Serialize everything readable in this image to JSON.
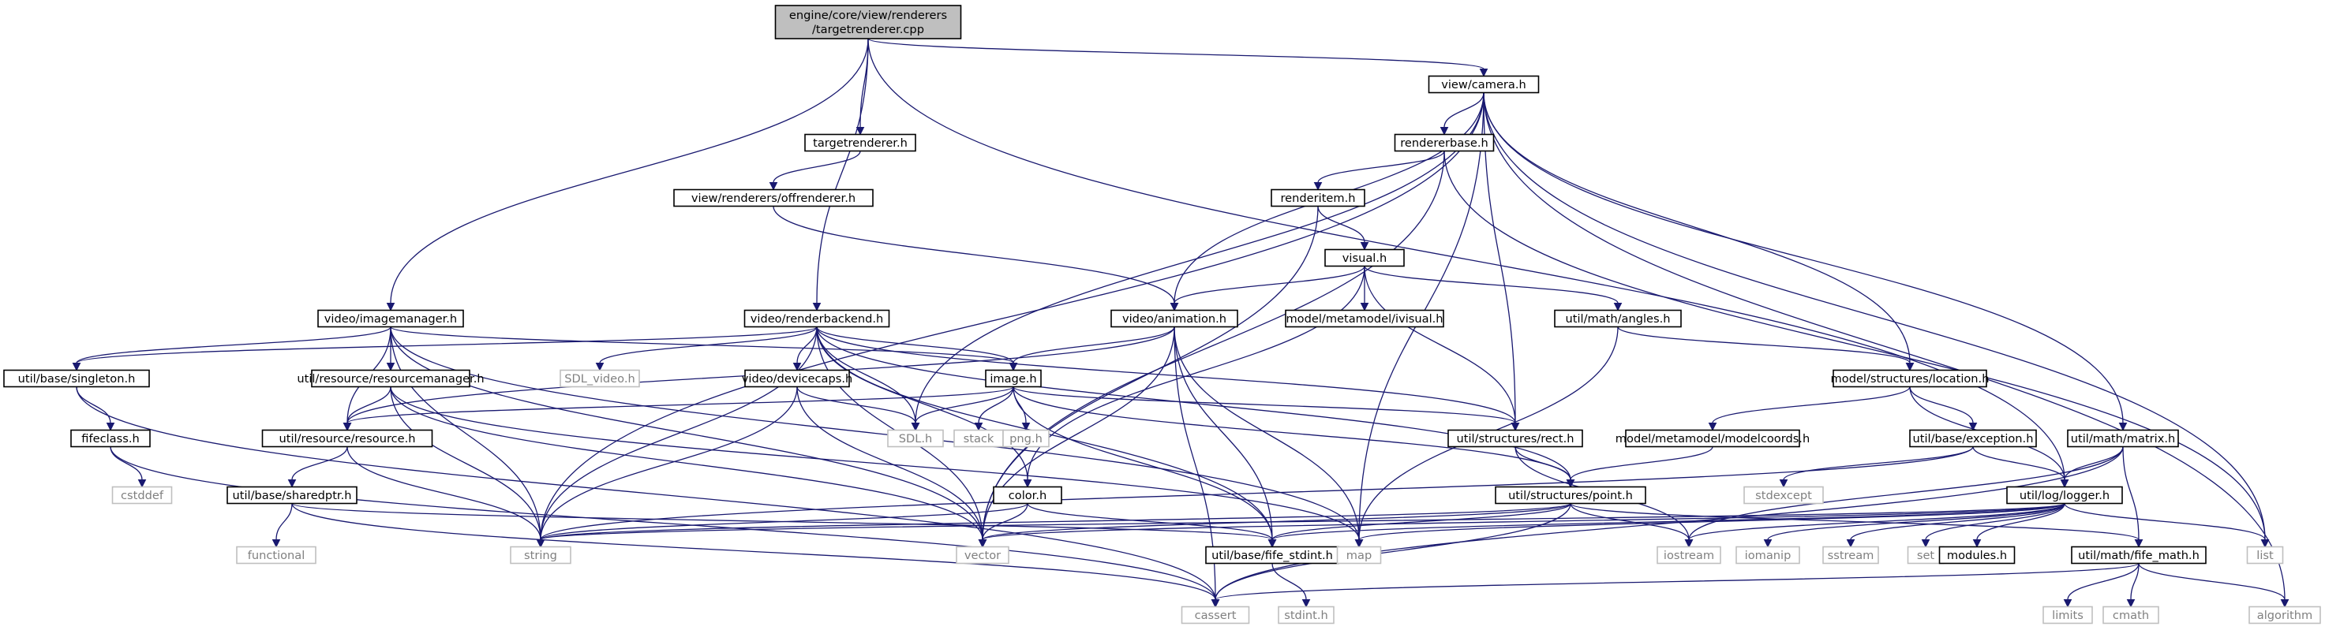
{
  "title": "",
  "colors": {
    "edge": "#191970",
    "root_fill": "#bfbfbf",
    "node_border": "#000000",
    "external_border": "#bfbfbf",
    "external_text": "#808080"
  },
  "nodes": [
    {
      "id": "root",
      "lines": [
        "engine/core/view/renderers",
        "/targetrenderer.cpp"
      ],
      "kind": "root"
    },
    {
      "id": "camera",
      "lines": [
        "view/camera.h"
      ],
      "kind": "file"
    },
    {
      "id": "targetrenderer_h",
      "lines": [
        "targetrenderer.h"
      ],
      "kind": "file"
    },
    {
      "id": "rendererbase",
      "lines": [
        "rendererbase.h"
      ],
      "kind": "file"
    },
    {
      "id": "offrenderer",
      "lines": [
        "view/renderers/offrenderer.h"
      ],
      "kind": "file"
    },
    {
      "id": "renderitem",
      "lines": [
        "renderitem.h"
      ],
      "kind": "file"
    },
    {
      "id": "visual",
      "lines": [
        "visual.h"
      ],
      "kind": "file"
    },
    {
      "id": "imagemanager",
      "lines": [
        "video/imagemanager.h"
      ],
      "kind": "file"
    },
    {
      "id": "renderbackend",
      "lines": [
        "video/renderbackend.h"
      ],
      "kind": "file"
    },
    {
      "id": "animation",
      "lines": [
        "video/animation.h"
      ],
      "kind": "file"
    },
    {
      "id": "ivisual",
      "lines": [
        "model/metamodel/ivisual.h"
      ],
      "kind": "file"
    },
    {
      "id": "angles",
      "lines": [
        "util/math/angles.h"
      ],
      "kind": "file"
    },
    {
      "id": "singleton",
      "lines": [
        "util/base/singleton.h"
      ],
      "kind": "file"
    },
    {
      "id": "resourcemanager",
      "lines": [
        "util/resource/resourcemanager.h"
      ],
      "kind": "file"
    },
    {
      "id": "sdl_video",
      "lines": [
        "SDL_video.h"
      ],
      "kind": "sys"
    },
    {
      "id": "devicecaps",
      "lines": [
        "video/devicecaps.h"
      ],
      "kind": "file"
    },
    {
      "id": "image",
      "lines": [
        "image.h"
      ],
      "kind": "file"
    },
    {
      "id": "location",
      "lines": [
        "model/structures/location.h"
      ],
      "kind": "file"
    },
    {
      "id": "fifeclass",
      "lines": [
        "fifeclass.h"
      ],
      "kind": "file"
    },
    {
      "id": "resource",
      "lines": [
        "util/resource/resource.h"
      ],
      "kind": "file"
    },
    {
      "id": "sdl_h",
      "lines": [
        "SDL.h"
      ],
      "kind": "sys"
    },
    {
      "id": "stack",
      "lines": [
        "stack"
      ],
      "kind": "sys"
    },
    {
      "id": "png",
      "lines": [
        "png.h"
      ],
      "kind": "sys"
    },
    {
      "id": "rect",
      "lines": [
        "util/structures/rect.h"
      ],
      "kind": "file"
    },
    {
      "id": "modelcoords",
      "lines": [
        "model/metamodel/modelcoords.h"
      ],
      "kind": "file"
    },
    {
      "id": "exception",
      "lines": [
        "util/base/exception.h"
      ],
      "kind": "file"
    },
    {
      "id": "matrix",
      "lines": [
        "util/math/matrix.h"
      ],
      "kind": "file"
    },
    {
      "id": "cstddef",
      "lines": [
        "cstddef"
      ],
      "kind": "sys"
    },
    {
      "id": "sharedptr",
      "lines": [
        "util/base/sharedptr.h"
      ],
      "kind": "file"
    },
    {
      "id": "color",
      "lines": [
        "color.h"
      ],
      "kind": "file"
    },
    {
      "id": "point",
      "lines": [
        "util/structures/point.h"
      ],
      "kind": "file"
    },
    {
      "id": "stdexcept",
      "lines": [
        "stdexcept"
      ],
      "kind": "sys"
    },
    {
      "id": "logger",
      "lines": [
        "util/log/logger.h"
      ],
      "kind": "file"
    },
    {
      "id": "functional",
      "lines": [
        "functional"
      ],
      "kind": "sys"
    },
    {
      "id": "string",
      "lines": [
        "string"
      ],
      "kind": "sys"
    },
    {
      "id": "vector",
      "lines": [
        "vector"
      ],
      "kind": "sys"
    },
    {
      "id": "fife_stdint",
      "lines": [
        "util/base/fife_stdint.h"
      ],
      "kind": "file"
    },
    {
      "id": "map",
      "lines": [
        "map"
      ],
      "kind": "sys"
    },
    {
      "id": "iostream",
      "lines": [
        "iostream"
      ],
      "kind": "sys"
    },
    {
      "id": "iomanip",
      "lines": [
        "iomanip"
      ],
      "kind": "sys"
    },
    {
      "id": "sstream",
      "lines": [
        "sstream"
      ],
      "kind": "sys"
    },
    {
      "id": "set",
      "lines": [
        "set"
      ],
      "kind": "sys"
    },
    {
      "id": "modules",
      "lines": [
        "modules.h"
      ],
      "kind": "file"
    },
    {
      "id": "list",
      "lines": [
        "list"
      ],
      "kind": "sys"
    },
    {
      "id": "fife_math",
      "lines": [
        "util/math/fife_math.h"
      ],
      "kind": "file"
    },
    {
      "id": "cassert",
      "lines": [
        "cassert"
      ],
      "kind": "sys"
    },
    {
      "id": "stdint",
      "lines": [
        "stdint.h"
      ],
      "kind": "sys"
    },
    {
      "id": "limits",
      "lines": [
        "limits"
      ],
      "kind": "sys"
    },
    {
      "id": "cmath",
      "lines": [
        "cmath"
      ],
      "kind": "sys"
    },
    {
      "id": "algorithm",
      "lines": [
        "algorithm"
      ],
      "kind": "sys"
    }
  ],
  "edges": [
    [
      "root",
      "camera"
    ],
    [
      "root",
      "targetrenderer_h"
    ],
    [
      "root",
      "imagemanager"
    ],
    [
      "root",
      "renderbackend"
    ],
    [
      "root",
      "logger"
    ],
    [
      "camera",
      "rendererbase"
    ],
    [
      "camera",
      "animation"
    ],
    [
      "camera",
      "string"
    ],
    [
      "camera",
      "sdl_h"
    ],
    [
      "camera",
      "rect"
    ],
    [
      "camera",
      "location"
    ],
    [
      "camera",
      "matrix"
    ],
    [
      "camera",
      "list"
    ],
    [
      "camera",
      "algorithm"
    ],
    [
      "camera",
      "map"
    ],
    [
      "targetrenderer_h",
      "offrenderer"
    ],
    [
      "offrenderer",
      "animation"
    ],
    [
      "rendererbase",
      "renderitem"
    ],
    [
      "rendererbase",
      "vector"
    ],
    [
      "rendererbase",
      "list"
    ],
    [
      "renderitem",
      "visual"
    ],
    [
      "renderitem",
      "vector"
    ],
    [
      "visual",
      "animation"
    ],
    [
      "visual",
      "ivisual"
    ],
    [
      "visual",
      "angles"
    ],
    [
      "visual",
      "rect"
    ],
    [
      "visual",
      "color"
    ],
    [
      "imagemanager",
      "singleton"
    ],
    [
      "imagemanager",
      "resourcemanager"
    ],
    [
      "imagemanager",
      "resource"
    ],
    [
      "imagemanager",
      "image"
    ],
    [
      "imagemanager",
      "string"
    ],
    [
      "imagemanager",
      "vector"
    ],
    [
      "imagemanager",
      "map"
    ],
    [
      "renderbackend",
      "singleton"
    ],
    [
      "renderbackend",
      "sdl_video"
    ],
    [
      "renderbackend",
      "devicecaps"
    ],
    [
      "renderbackend",
      "image"
    ],
    [
      "renderbackend",
      "sdl_h"
    ],
    [
      "renderbackend",
      "rect"
    ],
    [
      "renderbackend",
      "point"
    ],
    [
      "renderbackend",
      "color"
    ],
    [
      "renderbackend",
      "string"
    ],
    [
      "renderbackend",
      "vector"
    ],
    [
      "renderbackend",
      "fife_stdint"
    ],
    [
      "animation",
      "image"
    ],
    [
      "animation",
      "vector"
    ],
    [
      "animation",
      "map"
    ],
    [
      "animation",
      "cassert"
    ],
    [
      "animation",
      "fife_stdint"
    ],
    [
      "animation",
      "resource"
    ],
    [
      "angles",
      "location"
    ],
    [
      "angles",
      "map"
    ],
    [
      "singleton",
      "fifeclass"
    ],
    [
      "singleton",
      "cassert"
    ],
    [
      "resourcemanager",
      "resource"
    ],
    [
      "resourcemanager",
      "string"
    ],
    [
      "resourcemanager",
      "vector"
    ],
    [
      "resourcemanager",
      "map"
    ],
    [
      "devicecaps",
      "sdl_h"
    ],
    [
      "devicecaps",
      "string"
    ],
    [
      "devicecaps",
      "vector"
    ],
    [
      "image",
      "resource"
    ],
    [
      "image",
      "sdl_h"
    ],
    [
      "image",
      "stack"
    ],
    [
      "image",
      "png"
    ],
    [
      "image",
      "rect"
    ],
    [
      "image",
      "point"
    ],
    [
      "image",
      "fife_stdint"
    ],
    [
      "location",
      "modelcoords"
    ],
    [
      "location",
      "exception"
    ],
    [
      "location",
      "logger"
    ],
    [
      "fifeclass",
      "cstddef"
    ],
    [
      "fifeclass",
      "cassert"
    ],
    [
      "resource",
      "sharedptr"
    ],
    [
      "resource",
      "string"
    ],
    [
      "rect",
      "point"
    ],
    [
      "rect",
      "iostream"
    ],
    [
      "modelcoords",
      "point"
    ],
    [
      "exception",
      "stdexcept"
    ],
    [
      "exception",
      "string"
    ],
    [
      "exception",
      "logger"
    ],
    [
      "matrix",
      "fife_math"
    ],
    [
      "matrix",
      "iostream"
    ],
    [
      "matrix",
      "cassert"
    ],
    [
      "matrix",
      "logger"
    ],
    [
      "sharedptr",
      "functional"
    ],
    [
      "sharedptr",
      "cassert"
    ],
    [
      "sharedptr",
      "fife_stdint"
    ],
    [
      "color",
      "string"
    ],
    [
      "color",
      "vector"
    ],
    [
      "color",
      "fife_stdint"
    ],
    [
      "point",
      "iostream"
    ],
    [
      "point",
      "cassert"
    ],
    [
      "point",
      "string"
    ],
    [
      "point",
      "vector"
    ],
    [
      "point",
      "fife_math"
    ],
    [
      "point",
      "fife_stdint"
    ],
    [
      "logger",
      "iomanip"
    ],
    [
      "logger",
      "sstream"
    ],
    [
      "logger",
      "set"
    ],
    [
      "logger",
      "modules"
    ],
    [
      "logger",
      "list"
    ],
    [
      "logger",
      "map"
    ],
    [
      "logger",
      "vector"
    ],
    [
      "logger",
      "string"
    ],
    [
      "logger",
      "iostream"
    ],
    [
      "logger",
      "fife_stdint"
    ],
    [
      "fife_stdint",
      "stdint"
    ],
    [
      "fife_math",
      "limits"
    ],
    [
      "fife_math",
      "cmath"
    ],
    [
      "fife_math",
      "algorithm"
    ],
    [
      "fife_math",
      "cassert"
    ]
  ]
}
